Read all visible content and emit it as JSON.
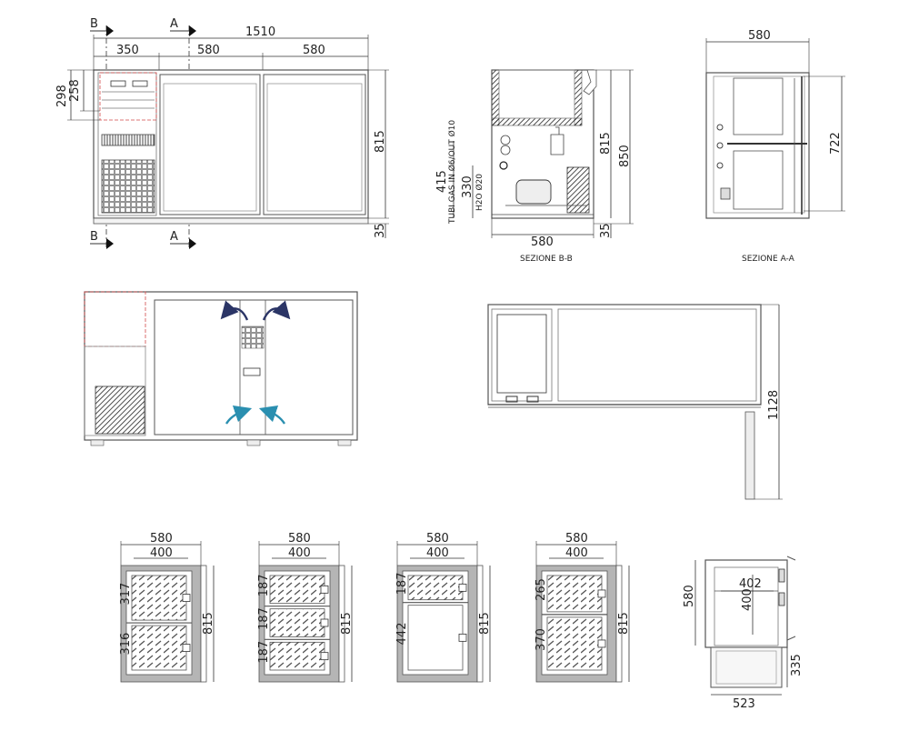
{
  "colors": {
    "line": "#555555",
    "dim_line": "#333333",
    "wall": "#b5b5b5",
    "dashed_red": "#d24a4a",
    "arrow_navy": "#2b3566",
    "arrow_teal": "#2a8fb0"
  },
  "front_view": {
    "dims": {
      "overall": "1510",
      "section_a": "350",
      "section_b": "580",
      "section_c": "580",
      "height": "815",
      "plinth": "35",
      "panel_h1": "298",
      "panel_h2": "258"
    },
    "markers": {
      "b": "B",
      "a": "A"
    }
  },
  "section_bb": {
    "caption": "SEZIONE B-B",
    "dims": {
      "width": "580",
      "h815": "815",
      "h850": "850",
      "plinth": "35",
      "h415": "415",
      "h330": "330"
    },
    "labels": {
      "gas": "TUBI GAS IN Ø6/OUT Ø10",
      "water": "H2O Ø20"
    }
  },
  "section_aa": {
    "caption": "SEZIONE A-A",
    "dims": {
      "width": "580",
      "height": "722"
    }
  },
  "top_view": {
    "dims": {
      "depth": "1128"
    }
  },
  "drawer_sections": [
    {
      "width": "580",
      "inner": "400",
      "height": "815",
      "compartments": [
        "317",
        "316"
      ]
    },
    {
      "width": "580",
      "inner": "400",
      "height": "815",
      "compartments": [
        "187",
        "187",
        "187"
      ]
    },
    {
      "width": "580",
      "inner": "400",
      "height": "815",
      "compartments": [
        "187",
        "442"
      ]
    },
    {
      "width": "580",
      "inner": "400",
      "height": "815",
      "compartments": [
        "265",
        "370"
      ]
    }
  ],
  "plan_detail": {
    "dims": {
      "depth": "580",
      "inner_w": "402",
      "inner_h": "400",
      "bottom": "335",
      "base": "523"
    }
  }
}
